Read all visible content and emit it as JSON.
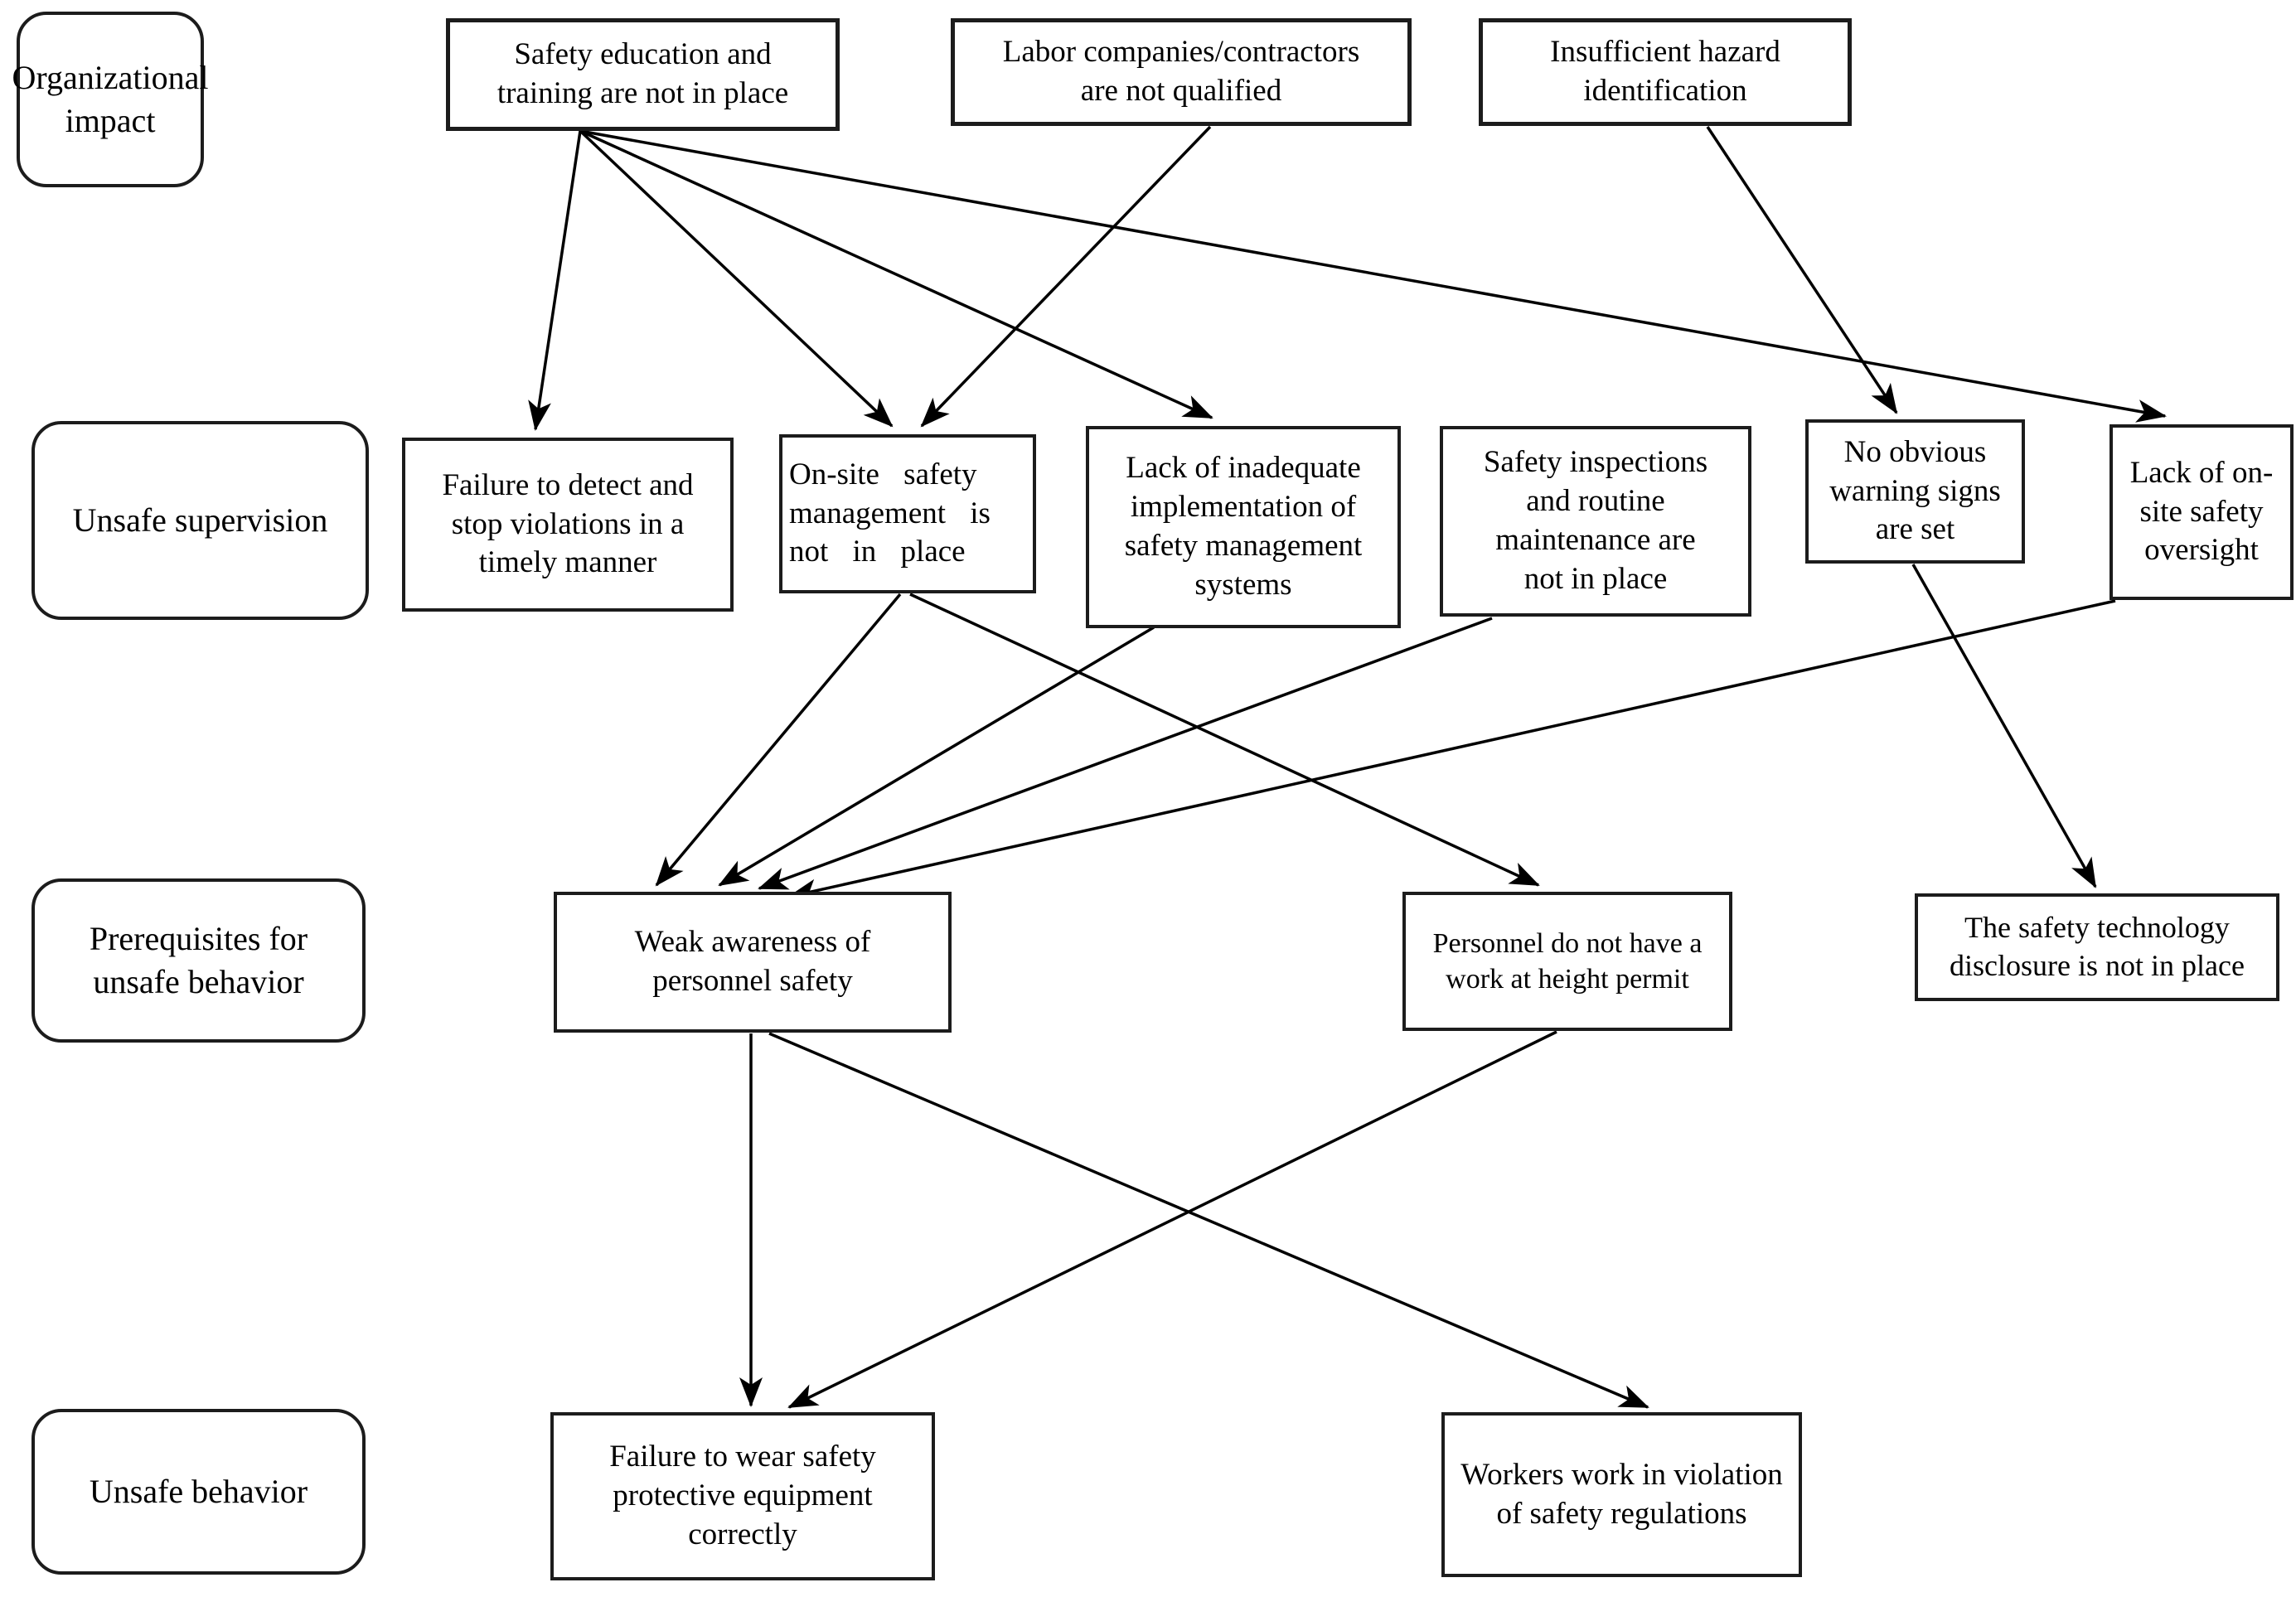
{
  "figure": {
    "background_color": "#ffffff",
    "line_color": "#000000",
    "text_color": "#000000"
  },
  "levels": {
    "organizational_impact": {
      "label": "Organizational\nimpact"
    },
    "unsafe_supervision": {
      "label": "Unsafe supervision"
    },
    "prerequisites": {
      "label": "Prerequisites for\nunsafe behavior"
    },
    "unsafe_behavior": {
      "label": "Unsafe behavior"
    }
  },
  "nodes": {
    "safety_education": {
      "label": "Safety education and\ntraining are not in place"
    },
    "labor_companies": {
      "label": "Labor companies/contractors\nare not qualified"
    },
    "insufficient_hazard": {
      "label": "Insufficient hazard\nidentification"
    },
    "failure_detect": {
      "label": "Failure to detect and\nstop violations in a\ntimely manner"
    },
    "onsite_management": {
      "label": "On-site safety\nmanagement is\nnot in place"
    },
    "lack_implementation": {
      "label": "Lack of inadequate\nimplementation of\nsafety management\nsystems"
    },
    "safety_inspections": {
      "label": "Safety inspections\nand routine\nmaintenance are\nnot in place"
    },
    "no_warning_signs": {
      "label": "No obvious\nwarning signs\nare set"
    },
    "lack_oversight": {
      "label": "Lack of on-\nsite safety\noversight"
    },
    "weak_awareness": {
      "label": "Weak awareness of\npersonnel safety"
    },
    "no_height_permit": {
      "label": "Personnel do not have a\nwork at height permit"
    },
    "tech_disclosure": {
      "label": "The safety technology\ndisclosure is not in place"
    },
    "failure_wear": {
      "label": "Failure to wear safety\nprotective equipment\ncorrectly"
    },
    "workers_violation": {
      "label": "Workers work in violation\nof safety regulations"
    }
  },
  "edges": [
    {
      "from": "safety_education",
      "to": "failure_detect"
    },
    {
      "from": "safety_education",
      "to": "onsite_management"
    },
    {
      "from": "safety_education",
      "to": "lack_implementation"
    },
    {
      "from": "safety_education",
      "to": "lack_oversight"
    },
    {
      "from": "labor_companies",
      "to": "onsite_management"
    },
    {
      "from": "insufficient_hazard",
      "to": "no_warning_signs"
    },
    {
      "from": "onsite_management",
      "to": "weak_awareness"
    },
    {
      "from": "onsite_management",
      "to": "no_height_permit"
    },
    {
      "from": "lack_implementation",
      "to": "weak_awareness"
    },
    {
      "from": "safety_inspections",
      "to": "weak_awareness"
    },
    {
      "from": "lack_oversight",
      "to": "weak_awareness"
    },
    {
      "from": "no_warning_signs",
      "to": "tech_disclosure"
    },
    {
      "from": "weak_awareness",
      "to": "failure_wear"
    },
    {
      "from": "weak_awareness",
      "to": "workers_violation"
    },
    {
      "from": "no_height_permit",
      "to": "failure_wear"
    }
  ]
}
